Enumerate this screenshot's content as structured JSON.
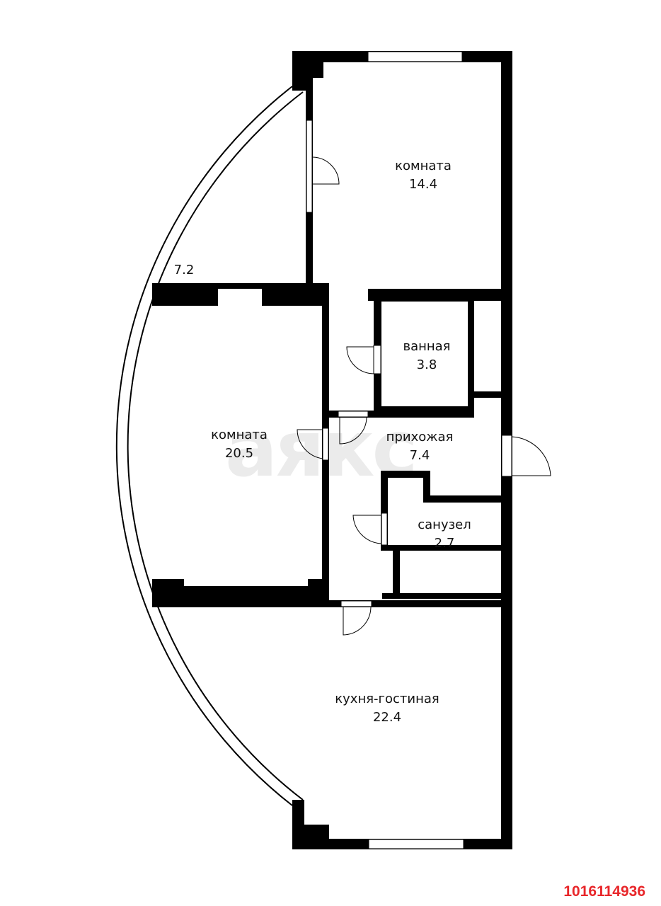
{
  "plan": {
    "rooms": [
      {
        "name": "комната",
        "area": "14.4"
      },
      {
        "name": "ванная",
        "area": "3.8"
      },
      {
        "name": "комната",
        "area": "20.5"
      },
      {
        "name": "прихожая",
        "area": "7.4"
      },
      {
        "name": "санузел",
        "area": "2.7"
      },
      {
        "name": "кухня-гостиная",
        "area": "22.4"
      }
    ],
    "balcony_area": "7.2"
  },
  "watermark": "аякс",
  "listing_id": "1016114936",
  "colors": {
    "wall": "#000000",
    "id_text": "#e8262a",
    "watermark": "#ebebeb"
  }
}
